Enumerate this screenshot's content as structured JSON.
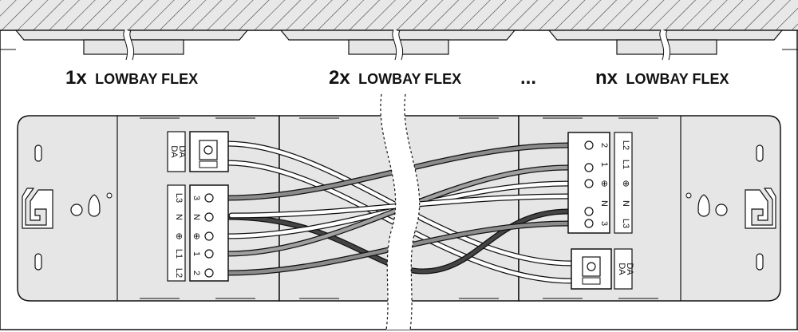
{
  "fixtures": [
    {
      "count": "1x",
      "name": "LOWBAY FLEX"
    },
    {
      "count": "2x",
      "name": "LOWBAY FLEX"
    },
    {
      "count": "nx",
      "name": "LOWBAY FLEX"
    }
  ],
  "ellipsis": "...",
  "left_terminal": {
    "da_labels": [
      "DA",
      "DA"
    ],
    "power_labels": [
      "L3",
      "N",
      "⊕",
      "L1",
      "L2"
    ],
    "pin_numbers": [
      "3",
      "N",
      "⊕",
      "1",
      "2"
    ]
  },
  "right_terminal": {
    "da_labels": [
      "DA",
      "DA"
    ],
    "power_labels": [
      "L2",
      "L1",
      "⊕",
      "N",
      "L3"
    ],
    "pin_numbers": [
      "2",
      "1",
      "⊕",
      "N",
      "3"
    ]
  },
  "colors": {
    "wire_white": "#ffffff",
    "wire_grey": "#8c8c8c",
    "wire_dark": "#333333",
    "body": "#e6e6e6",
    "ceiling_hatch": "#000000"
  }
}
